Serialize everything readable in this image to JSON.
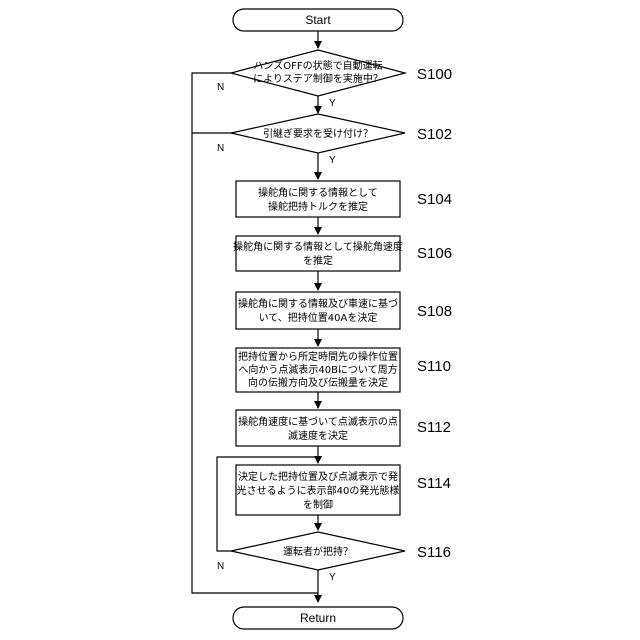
{
  "start_label": "Start",
  "return_label": "Return",
  "yes_label": "Y",
  "no_label": "N",
  "decisions": {
    "s100": {
      "step": "S100",
      "lines": [
        "ハンズOFFの状態で自動運転",
        "によりステア制御を実施中？"
      ]
    },
    "s102": {
      "step": "S102",
      "lines": [
        "引継ぎ要求を受け付け？"
      ]
    },
    "s116": {
      "step": "S116",
      "lines": [
        "運転者が把持？"
      ]
    }
  },
  "processes": {
    "s104": {
      "step": "S104",
      "lines": [
        "操舵角に関する情報として",
        "操舵把持トルクを推定"
      ]
    },
    "s106": {
      "step": "S106",
      "lines": [
        "操舵角に関する情報として操舵角速度",
        "を推定"
      ]
    },
    "s108": {
      "step": "S108",
      "lines": [
        "操舵角に関する情報及び車速に基づ",
        "いて、把持位置40Aを決定"
      ]
    },
    "s110": {
      "step": "S110",
      "lines": [
        "把持位置から所定時間先の操作位置",
        "へ向かう点滅表示40Bについて周方",
        "向の伝搬方向及び伝搬量を決定"
      ]
    },
    "s112": {
      "step": "S112",
      "lines": [
        "操舵角速度に基づいて点滅表示の点",
        "滅速度を決定"
      ]
    },
    "s114": {
      "step": "S114",
      "lines": [
        "決定した把持位置及び点滅表示で発",
        "光させるように表示部40の発光態様",
        "を制御"
      ]
    }
  }
}
